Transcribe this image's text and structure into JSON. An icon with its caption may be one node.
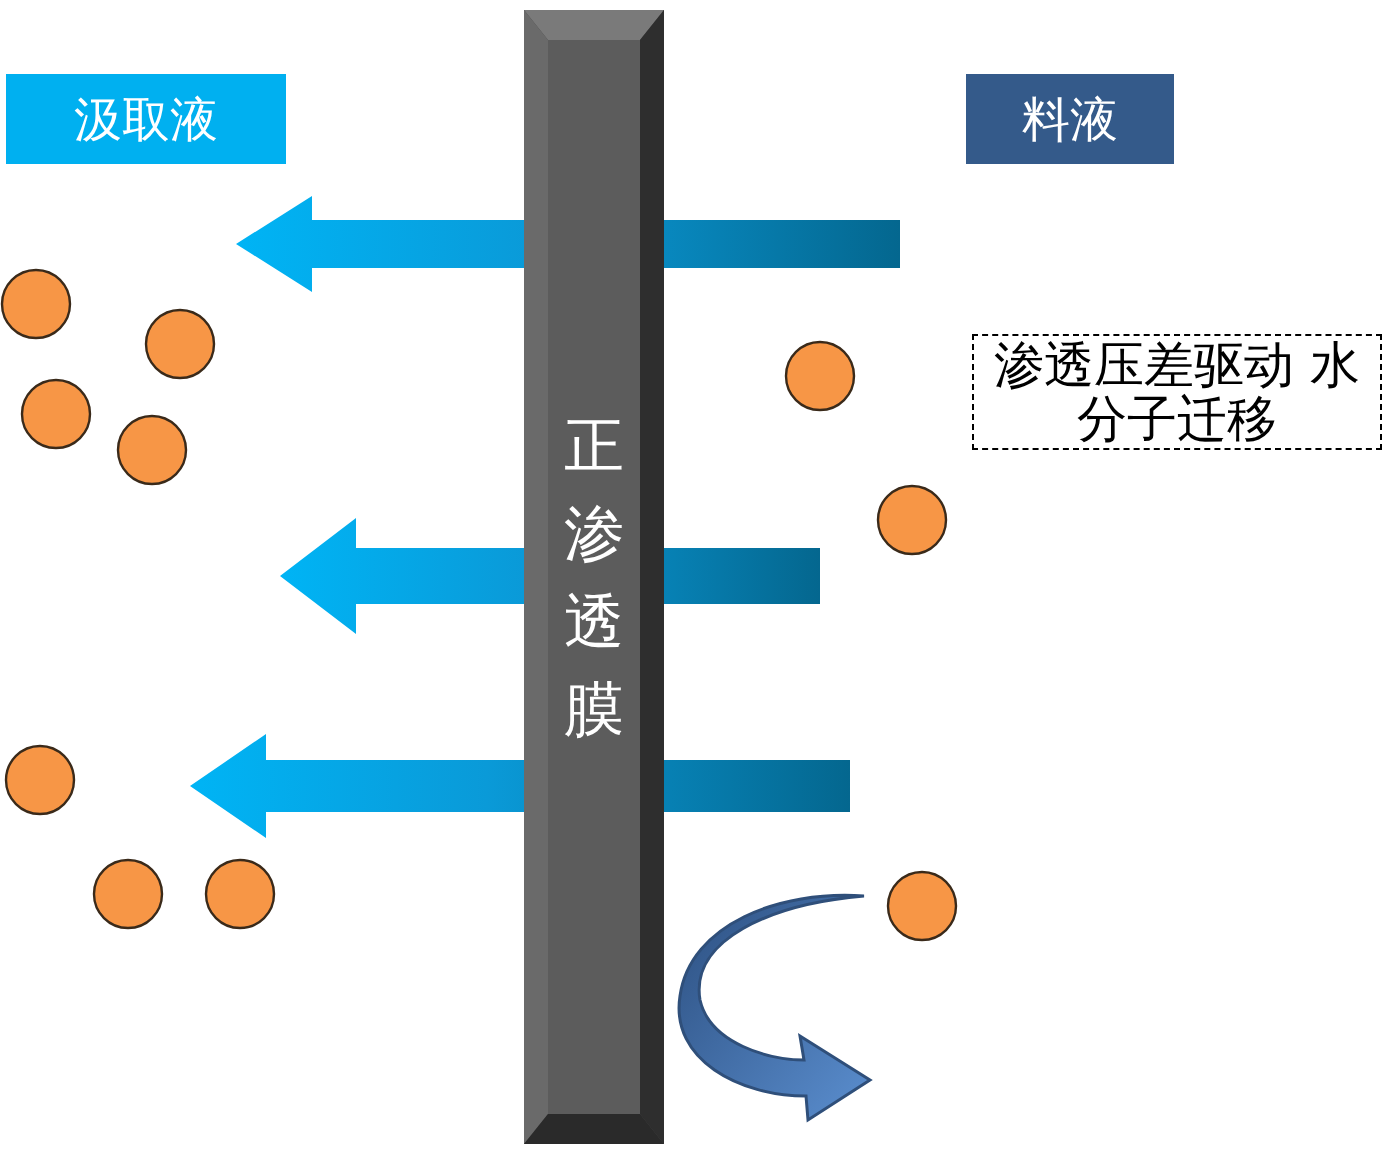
{
  "diagram": {
    "nodes": [
      {
        "text": [
          "汲取液"
        ]
      },
      {
        "text": [
          "料液"
        ]
      },
      {
        "text": [
          "正渗透膜"
        ]
      },
      {
        "text": [
          "渗透压差驱动 水分子迁移"
        ]
      }
    ]
  }
}
